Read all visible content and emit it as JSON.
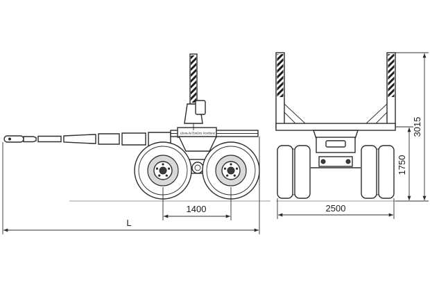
{
  "dimensions": {
    "wheelbase": "1400",
    "overall_length": "L",
    "track_width": "2500",
    "height_platform": "1750",
    "height_total": "3015"
  },
  "drawbar_plate_text": "ШиньлиТрейлз Холдинг",
  "colors": {
    "line": "#2b2b2b",
    "stripe": "#1e1e1e",
    "ground": "#999999",
    "background": "#ffffff"
  }
}
